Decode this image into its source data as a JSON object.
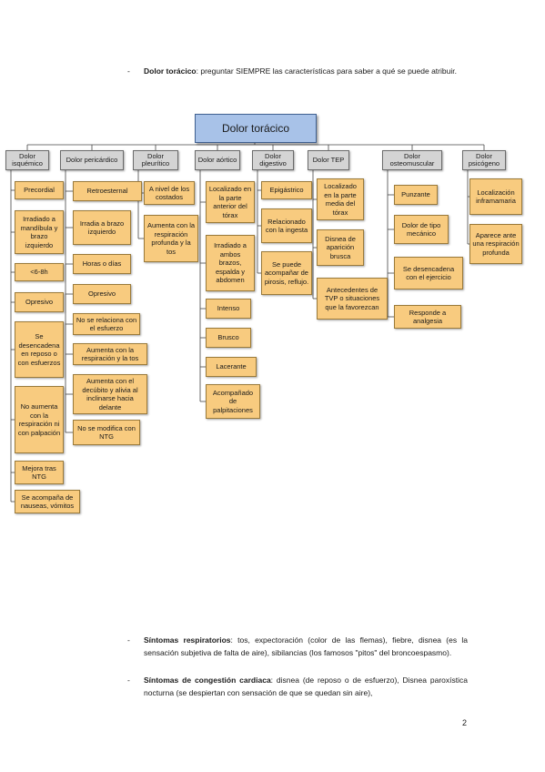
{
  "intro": {
    "bold": "Dolor torácico",
    "rest": ": preguntar SIEMPRE las características para saber a qué se puede atribuir."
  },
  "diagram": {
    "root": "Dolor torácico",
    "categories": [
      {
        "label": "Dolor isquémico",
        "items": [
          "Precordial",
          "Irradiado a mandíbula y brazo izquierdo",
          "<6-8h",
          "Opresivo",
          "Se desencadena en reposo o con esfuerzos",
          "No aumenta con la respiración ni con palpación",
          "Mejora tras NTG",
          "Se acompaña de nauseas, vómitos"
        ]
      },
      {
        "label": "Dolor pericárdico",
        "items": [
          "Retroesternal",
          "Irradia a brazo izquierdo",
          "Horas o días",
          "Opresivo",
          "No se relaciona con el esfuerzo",
          "Aumenta con la respiración y la tos",
          "Aumenta con el decúbito y alivia al inclinarse hacia delante",
          "No se modifica con NTG"
        ]
      },
      {
        "label": "Dolor pleurítico",
        "items": [
          "A nivel de los costados",
          "Aumenta con la respiración profunda y la tos"
        ]
      },
      {
        "label": "Dolor aórtico",
        "items": [
          "Localizado en la parte anterior del tórax",
          "Irradiado a ambos brazos, espalda y abdomen",
          "Intenso",
          "Brusco",
          "Lacerante",
          "Acompañado de palpitaciones"
        ]
      },
      {
        "label": "Dolor digestivo",
        "items": [
          "Epigástrico",
          "Relacionado con la ingesta",
          "Se puede acompañar de pirosis, reflujo."
        ]
      },
      {
        "label": "Dolor TEP",
        "items": [
          "Localizado en la parte media del tórax",
          "Disnea de aparición brusca",
          "Antecedentes de TVP o situaciones que la favorezcan"
        ]
      },
      {
        "label": "Dolor osteomuscular",
        "items": [
          "Punzante",
          "Dolor de tipo mecánico",
          "Se desencadena con el ejercicio",
          "Responde a analgesia"
        ]
      },
      {
        "label": "Dolor psicógeno",
        "items": [
          "Localización inframamaria",
          "Aparece ante una respiración profunda"
        ]
      }
    ]
  },
  "bullets": [
    {
      "bold": "Síntomas respiratorios",
      "rest": ": tos, expectoración (color de las flemas), fiebre, disnea (es la sensación subjetiva de falta de aire), sibilancias (los famosos \"pitos\" del broncoespasmo)."
    },
    {
      "bold": "Síntomas de congestión cardiaca",
      "rest": ": disnea (de reposo o de esfuerzo), Disnea paroxística nocturna (se despiertan con sensación de que se quedan sin aire),"
    }
  ],
  "page_number": "2"
}
